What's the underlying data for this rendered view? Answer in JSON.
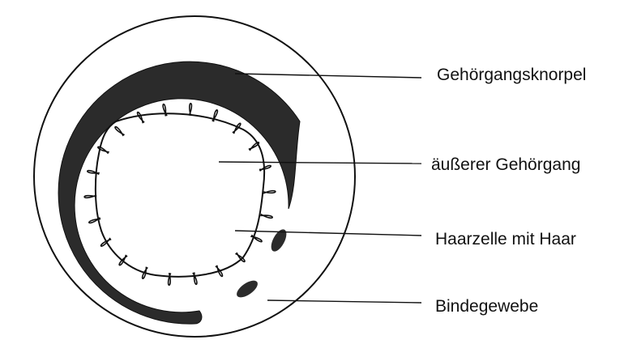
{
  "labels": [
    "Gehörgangsknorpel",
    "äußerer Gehörgang",
    "Haarzelle mit Haar",
    "Bindegewebe"
  ],
  "colors": {
    "ink": "#111111",
    "fill": "#2b2b2b",
    "background": "#ffffff"
  }
}
